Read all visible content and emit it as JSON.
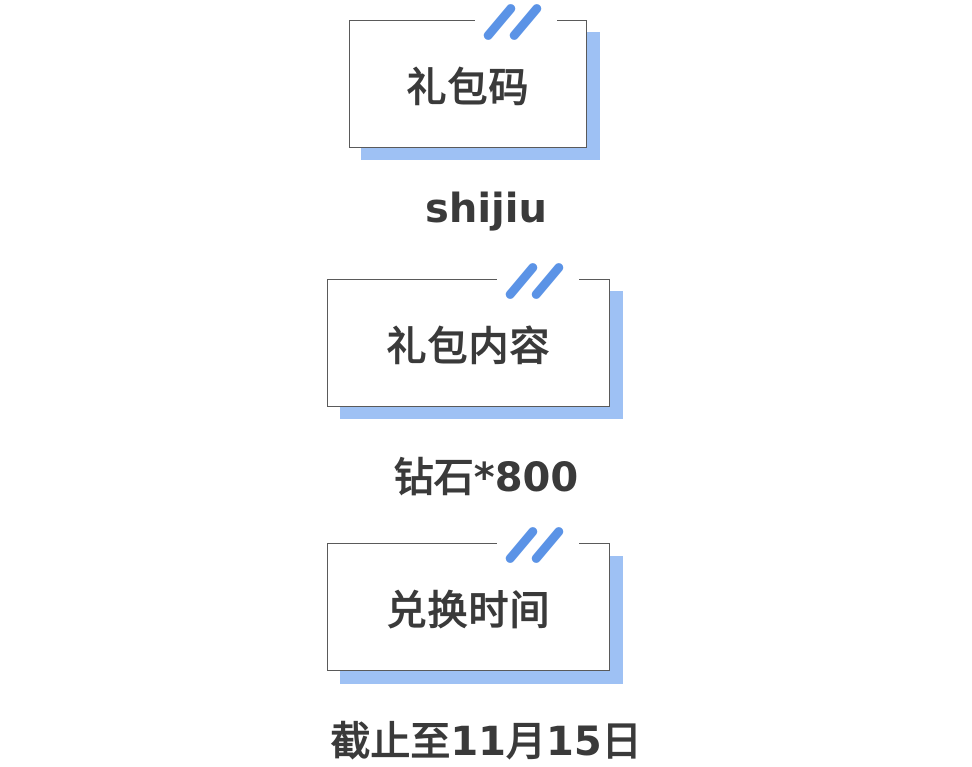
{
  "sections": [
    {
      "title": "礼包码",
      "value": "shijiu"
    },
    {
      "title": "礼包内容",
      "value": "钻石*800"
    },
    {
      "title": "兑换时间",
      "value": "截止至11月15日"
    }
  ],
  "colors": {
    "accent": "#5b93e6",
    "shadow": "#9ec1f4",
    "text": "#3a3a3a",
    "border": "#5a5a5a"
  },
  "icons": {
    "decoration": "double-slash-icon"
  }
}
